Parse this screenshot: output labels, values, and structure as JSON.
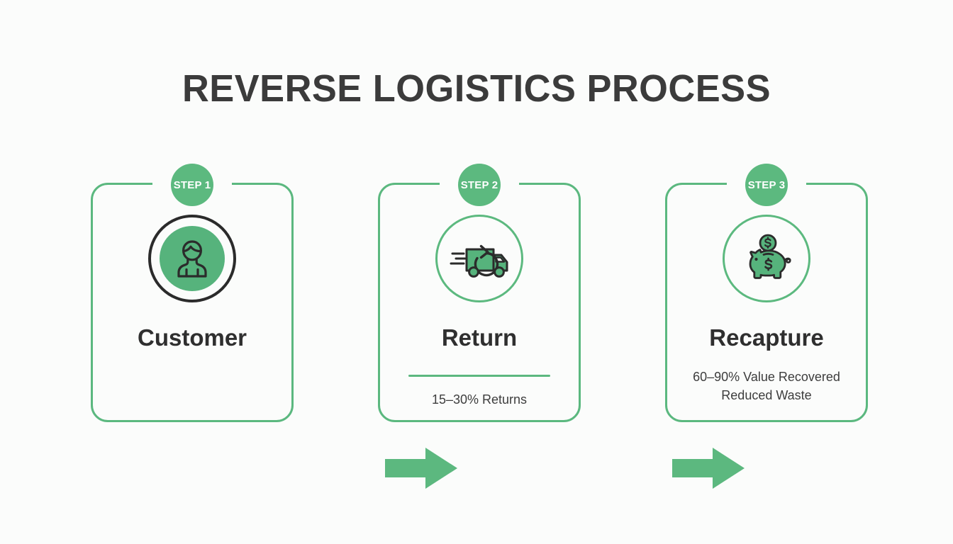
{
  "page": {
    "title": "REVERSE LOGISTICS PROCESS",
    "background_color": "#fbfcfb",
    "accent_color": "#5cb87f",
    "text_color": "#2f2f2f"
  },
  "steps": [
    {
      "badge": "STEP 1",
      "icon": "customer-person-icon",
      "title": "Customer",
      "has_divider": false,
      "subtitle_lines": []
    },
    {
      "badge": "STEP 2",
      "icon": "return-delivery-truck-icon",
      "title": "Return",
      "has_divider": true,
      "subtitle_lines": [
        "15–30% Returns"
      ]
    },
    {
      "badge": "STEP 3",
      "icon": "piggy-bank-icon",
      "title": "Recapture",
      "has_divider": false,
      "subtitle_lines": [
        "60–90% Value Recovered",
        "Reduced Waste"
      ]
    }
  ],
  "arrows": [
    {
      "name": "arrow-step1-to-step2",
      "direction": "right",
      "color": "#5cb87f"
    },
    {
      "name": "arrow-step2-to-step3",
      "direction": "right",
      "color": "#5cb87f"
    }
  ]
}
